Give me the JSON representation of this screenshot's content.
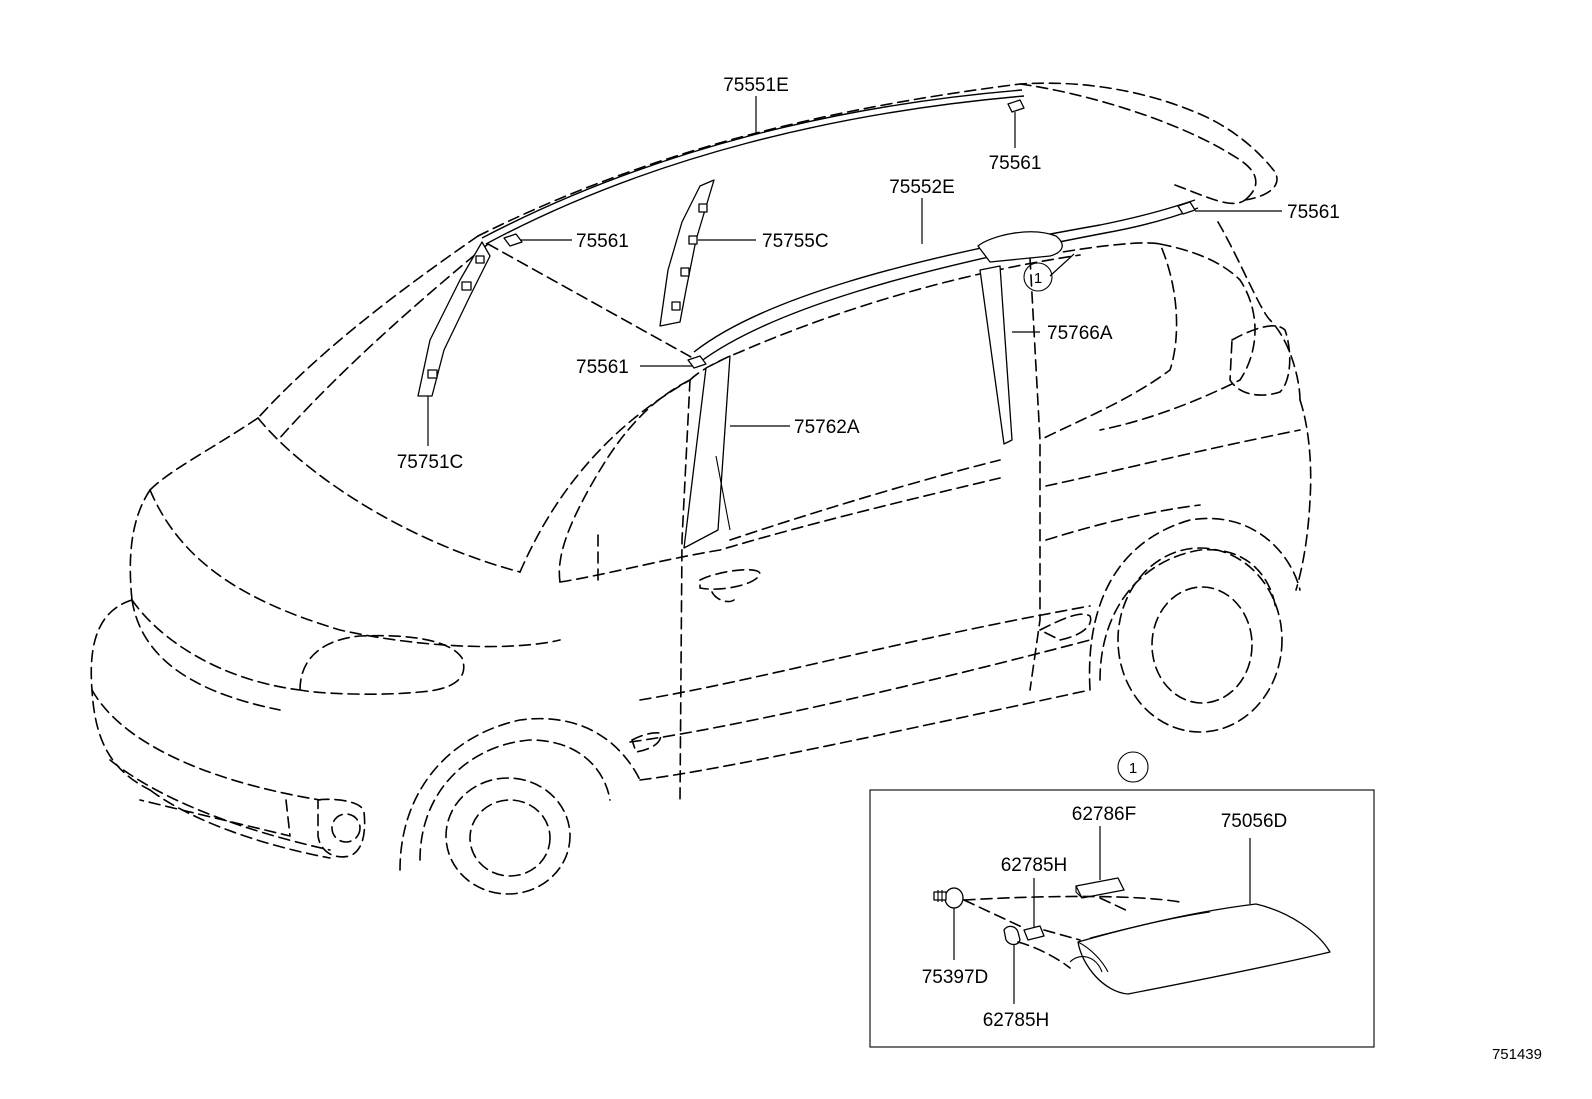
{
  "labels": {
    "roof_mold_left": "75551E",
    "roof_mold_right": "75552E",
    "clip_rear_top": "75561",
    "clip_rear_right": "75561",
    "clip_front_left": "75561",
    "clip_front_center": "75561",
    "pillar_front_left": "75751C",
    "pillar_upper_center": "75755C",
    "pillar_front_door": "75762A",
    "pillar_rear_door": "75766A",
    "detail_tape_top": "62786F",
    "detail_protector": "75056D",
    "detail_tape_small": "62785H",
    "detail_tape_lower": "62785H",
    "detail_screw": "75397D"
  },
  "callouts": {
    "car_ref": "1",
    "detail_ref": "1"
  },
  "figure_id": "751439"
}
